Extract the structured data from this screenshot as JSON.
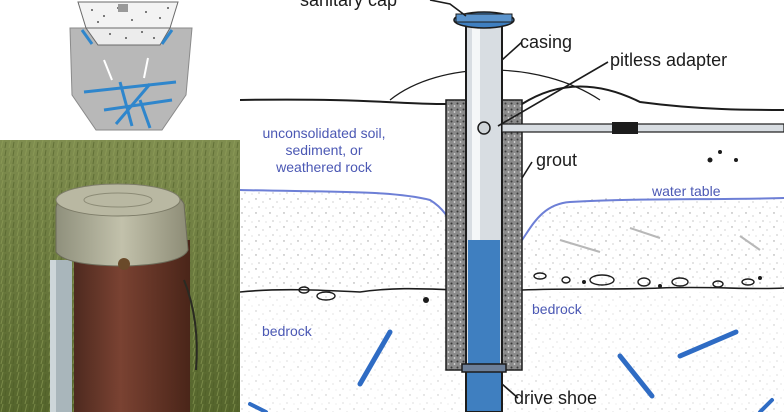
{
  "diagram": {
    "labels": {
      "sanitary_cap": "sanitary cap",
      "casing": "casing",
      "pitless_adapter": "pitless adapter",
      "grout": "grout",
      "water_table": "water table",
      "drive_shoe": "drive shoe",
      "bedrock_left": "bedrock",
      "bedrock_right": "bedrock",
      "unconsolidated_line1": "unconsolidated soil,",
      "unconsolidated_line2": "sediment, or",
      "unconsolidated_line3": "weathered rock"
    },
    "colors": {
      "water": "#3f7fc0",
      "grout": "#7a7a7a",
      "casing": "#d8dde2",
      "label_blue": "#4b58b4",
      "label_dark": "#1c1c1c",
      "fracture_blue": "#2f6cc4"
    }
  },
  "photo": {
    "description_icon": "well-cap-photo",
    "colors": {
      "grass": "#6f7d43",
      "cap": "#b3b29c",
      "casing_rust": "#6b3a2a",
      "conduit": "#a9b6bb"
    }
  },
  "inset": {
    "description_icon": "well-cross-section-inset",
    "colors": {
      "body": "#b8b8b8",
      "fracture": "#2f86cc"
    }
  }
}
